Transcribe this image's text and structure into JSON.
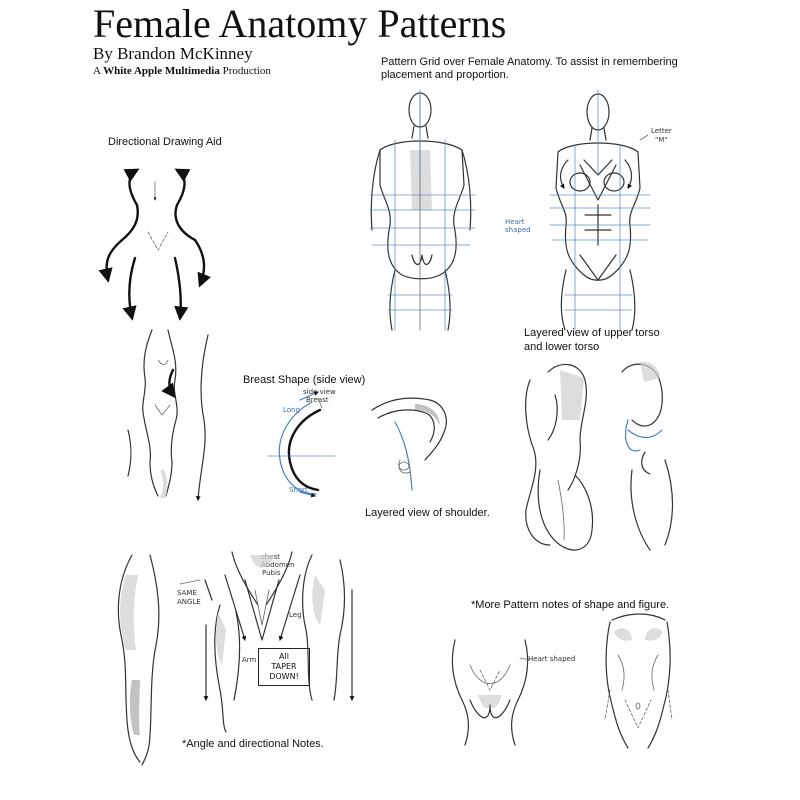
{
  "header": {
    "title": "Female Anatomy Patterns",
    "author": "By Brandon McKinney",
    "production_prefix": "A",
    "production_name": "White Apple Multimedia",
    "production_suffix": "Production"
  },
  "captions": {
    "pattern_grid": "Pattern Grid over Female Anatomy.  To assist in remembering",
    "pattern_grid_2": "placement and proportion.",
    "directional_aid": "Directional Drawing Aid",
    "breast_shape": "Breast Shape (side view)",
    "layered_torso": "Layered view of upper torso",
    "layered_torso_2": "and lower torso",
    "layered_shoulder": "Layered view of shoulder.",
    "more_notes": "*More Pattern notes of shape and figure.",
    "angle_notes": "*Angle and directional Notes."
  },
  "handwritten": {
    "letter": "Letter",
    "letter_2": "\"M\"",
    "heart_shaped_grid": "Heart",
    "heart_shaped_grid_2": "shaped",
    "side_view": "side view",
    "side_view_2": "Breast",
    "long": "Long",
    "short": "Short",
    "chest": "chest",
    "abdomen": "Abdomen",
    "pubis": "Pubis",
    "same": "SAME",
    "angle": "ANGLE",
    "leg": "Leg",
    "arm": "Arm",
    "all": "All",
    "taper": "TAPER",
    "down": "DOWN!",
    "heart_shaped": "Heart shaped"
  },
  "colors": {
    "ink": "#111111",
    "grid_blue": "#4a7fc0",
    "background": "#ffffff"
  }
}
